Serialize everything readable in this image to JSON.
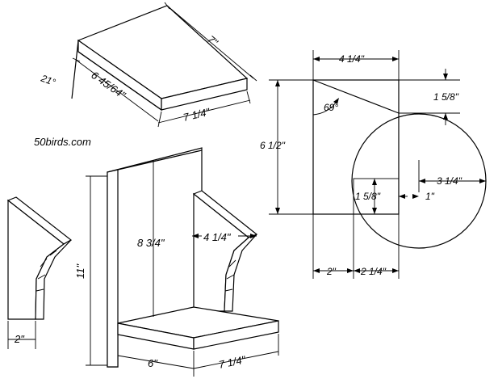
{
  "credit": "50birds.com",
  "roof": {
    "dim_long": "7\"",
    "dim_front": "7 1/4\"",
    "dim_depth": "6 45/64\"",
    "dim_angle": "21°"
  },
  "bracket": {
    "dim_width": "2\""
  },
  "house": {
    "dim_height": "11\"",
    "dim_inner_height": "8 3/4\"",
    "dim_side": "4 1/4\"",
    "dim_base_depth": "6\"",
    "dim_base_width": "7 1/4\""
  },
  "side_view": {
    "dim_top": "4 1/4\"",
    "dim_left": "6 1/2\"",
    "dim_right_top": "1 5/8\"",
    "dim_angle": "69°",
    "dim_radius": "3 1/4\"",
    "dim_hole_height": "1 5/8\"",
    "dim_offset": "1\"",
    "dim_bottom_left": "2\"",
    "dim_bottom_right": "2 1/4\""
  }
}
